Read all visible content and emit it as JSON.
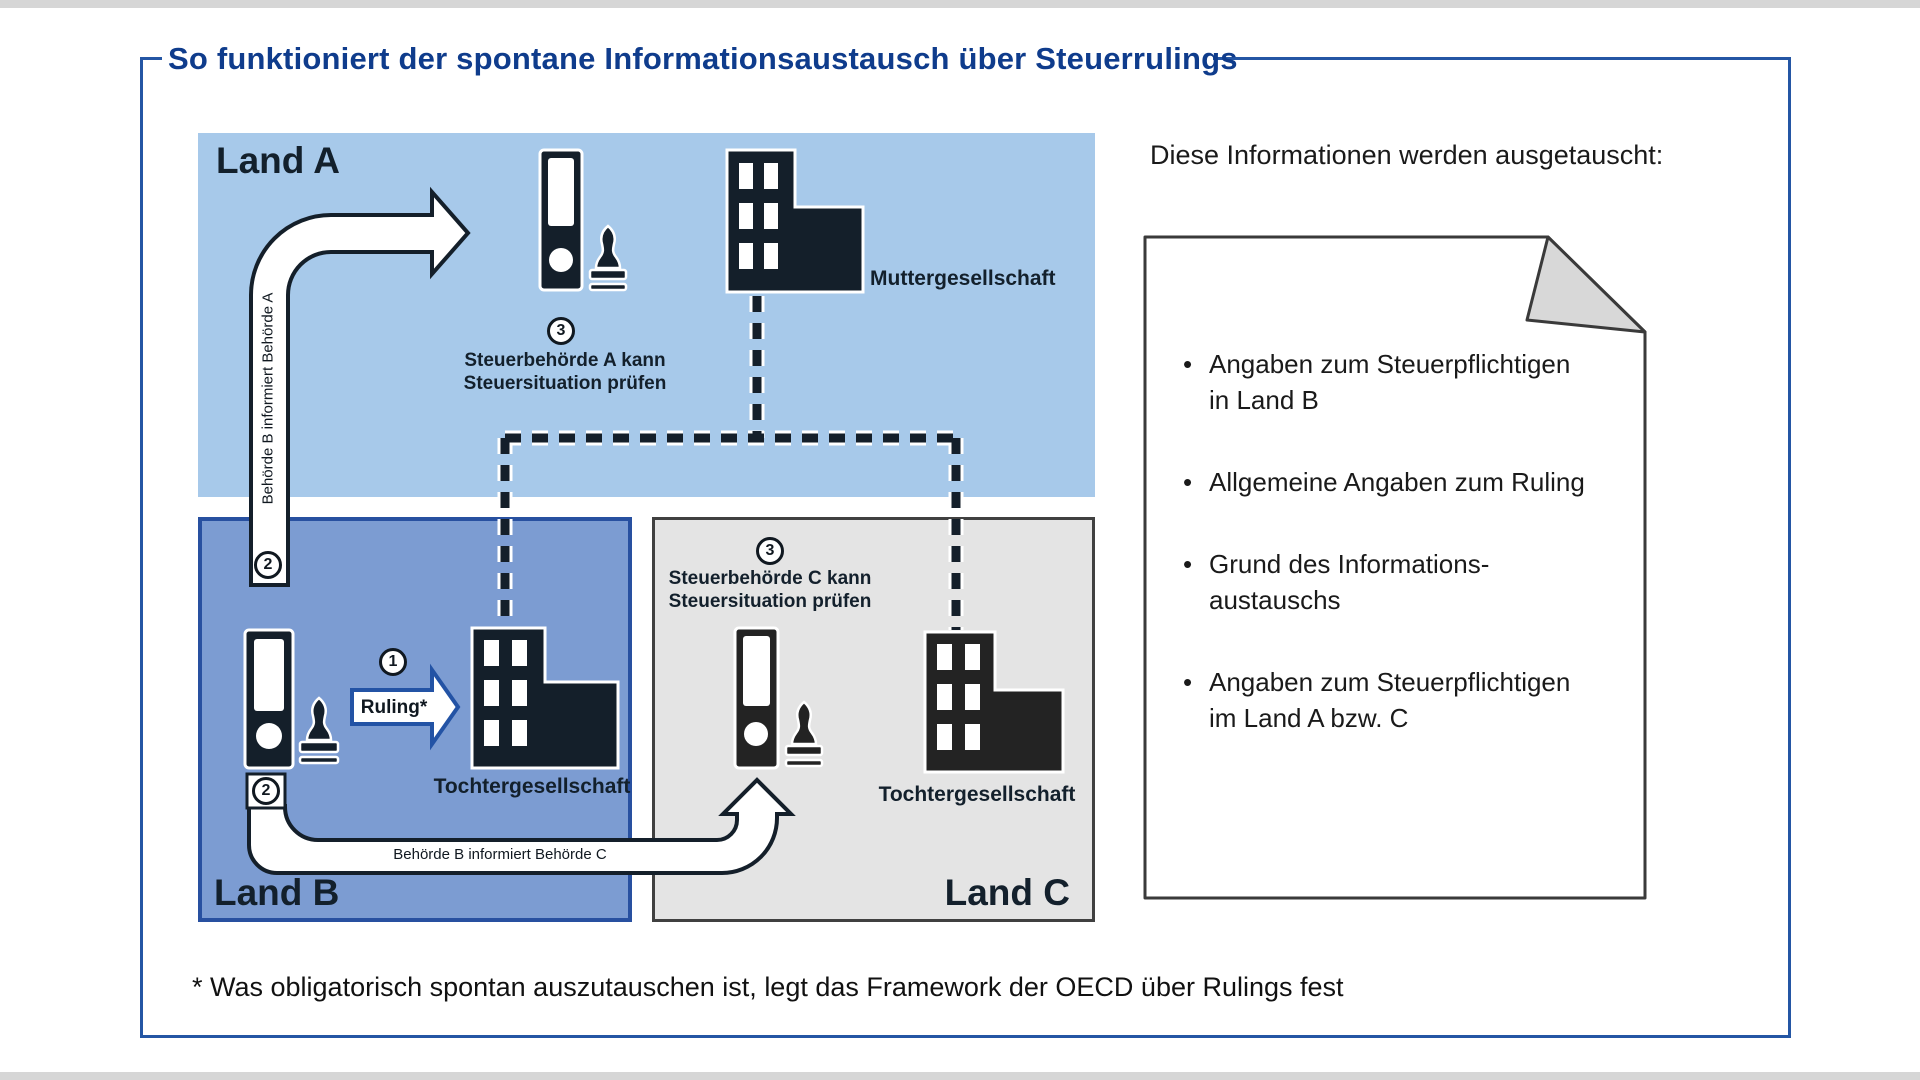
{
  "title": "So funktioniert der spontane Informationsaustausch über Steuerrulings",
  "diagram": {
    "land_a": {
      "label": "Land A",
      "step_check": "3",
      "note_line1": "Steuerbehörde A kann",
      "note_line2": "Steuersituation prüfen",
      "company": "Muttergesellschaft"
    },
    "land_b": {
      "label": "Land B",
      "company": "Tochtergesellschaft",
      "ruling_step": "1",
      "ruling_label": "Ruling*"
    },
    "land_c": {
      "label": "Land C",
      "step_check": "3",
      "note_line1": "Steuerbehörde C kann",
      "note_line2": "Steuersituation prüfen",
      "company": "Tochtergesellschaft"
    },
    "arrow_b_to_a": {
      "step": "2",
      "label": "Behörde B informiert Behörde A"
    },
    "arrow_b_to_c": {
      "step": "2",
      "label": "Behörde B informiert Behörde C"
    }
  },
  "info_panel": {
    "heading": "Diese Informationen werden ausgetauscht:",
    "bullets": [
      {
        "line1": "Angaben zum Steuerpflichtigen",
        "line2": "in Land B"
      },
      {
        "line1": "Allgemeine Angaben zum Ruling",
        "line2": ""
      },
      {
        "line1": "Grund des Informations-",
        "line2": "austauschs"
      },
      {
        "line1": "Angaben zum Steuerpflichtigen",
        "line2": "im Land A bzw. C"
      }
    ]
  },
  "footnote": "* Was obligatorisch spontan auszutauschen ist, legt das Framework der OECD über Rulings fest",
  "colors": {
    "accent_blue": "#2456a4",
    "land_a_fill": "#a7c9ea",
    "land_b_fill": "#7c9cd2",
    "land_c_fill": "#e4e4e4",
    "icon_dark": "#141f2a",
    "title_blue": "#0f3c8c"
  }
}
